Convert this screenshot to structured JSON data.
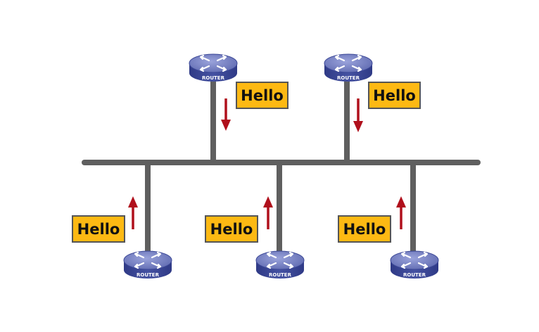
{
  "colors": {
    "background": "#ffffff",
    "bus": "#5f5f5f",
    "hello_fill": "#fdb913",
    "hello_border": "#555555",
    "arrow": "#b0101c",
    "router_top": "#6e79bd",
    "router_side": "#3b4796"
  },
  "routers": [
    {
      "label": "ROUTER",
      "icon": "router-icon",
      "position": "top",
      "arrow": "down"
    },
    {
      "label": "ROUTER",
      "icon": "router-icon",
      "position": "top",
      "arrow": "down"
    },
    {
      "label": "ROUTER",
      "icon": "router-icon",
      "position": "bottom",
      "arrow": "up"
    },
    {
      "label": "ROUTER",
      "icon": "router-icon",
      "position": "bottom",
      "arrow": "up"
    },
    {
      "label": "ROUTER",
      "icon": "router-icon",
      "position": "bottom",
      "arrow": "up"
    }
  ],
  "messages": [
    {
      "text": "Hello"
    },
    {
      "text": "Hello"
    },
    {
      "text": "Hello"
    },
    {
      "text": "Hello"
    },
    {
      "text": "Hello"
    }
  ]
}
